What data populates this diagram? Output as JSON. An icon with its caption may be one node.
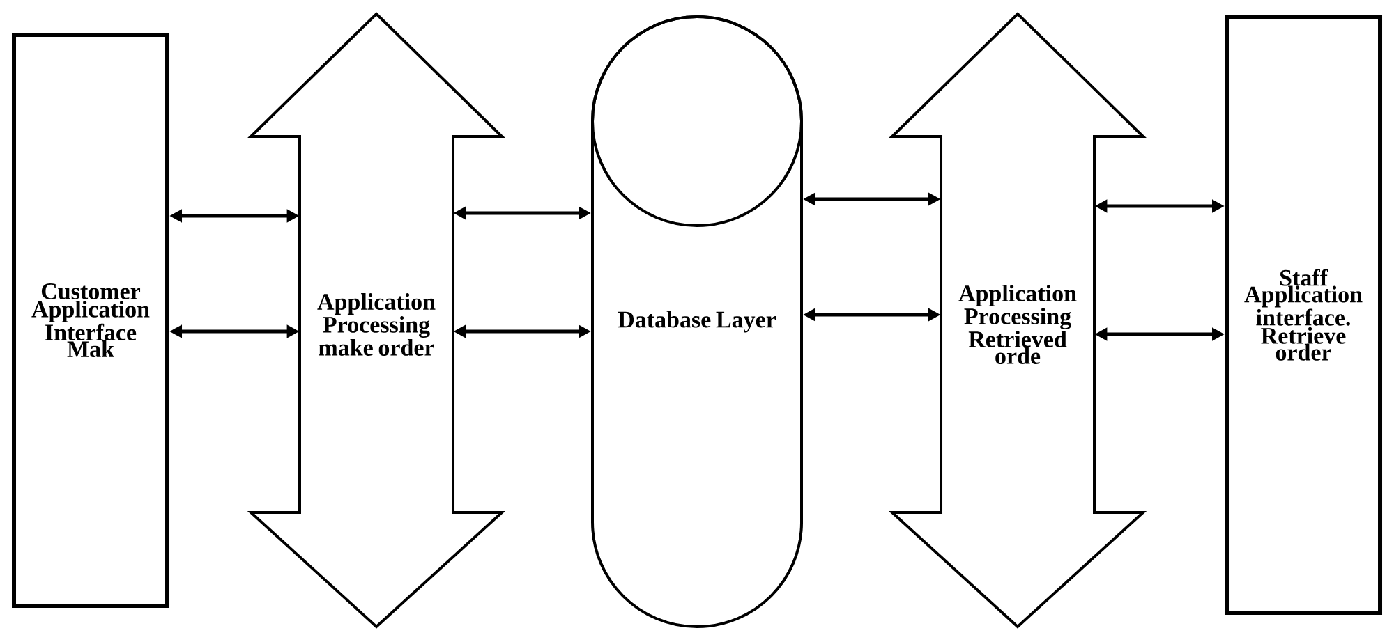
{
  "diagram": {
    "nodes": [
      {
        "text": [
          "Customer Application Interface Mak"
        ]
      },
      {
        "text": [
          "Application Processing make order"
        ]
      },
      {
        "text": [
          "Database Layer"
        ]
      },
      {
        "text": [
          "Application Processing Retrieved orde"
        ]
      },
      {
        "text": [
          "Staff Application interface. Retrieve order"
        ]
      }
    ],
    "edges": [
      {
        "from": 0,
        "to": 1,
        "arrow": "both"
      },
      {
        "from": 0,
        "to": 1,
        "arrow": "both"
      },
      {
        "from": 1,
        "to": 2,
        "arrow": "both"
      },
      {
        "from": 1,
        "to": 2,
        "arrow": "both"
      },
      {
        "from": 2,
        "to": 3,
        "arrow": "both"
      },
      {
        "from": 2,
        "to": 3,
        "arrow": "both"
      },
      {
        "from": 3,
        "to": 4,
        "arrow": "both"
      },
      {
        "from": 3,
        "to": 4,
        "arrow": "both"
      }
    ]
  }
}
